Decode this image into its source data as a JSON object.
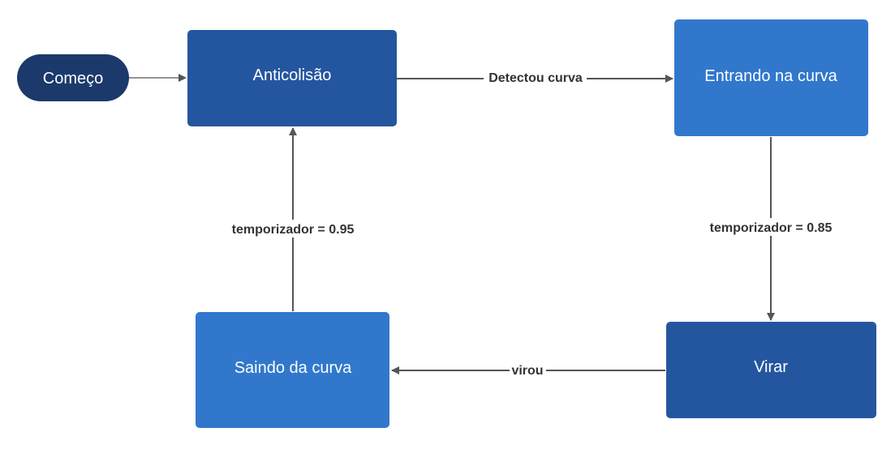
{
  "colors": {
    "start_fill": "#1b3a6b",
    "dark_fill": "#2456a0",
    "light_fill": "#3178cc",
    "edge": "#555555",
    "node_text": "#ffffff",
    "label_text": "#333333"
  },
  "nodes": {
    "start": "Começo",
    "anticolisao": "Anticolisão",
    "entrando": "Entrando na curva",
    "virar": "Virar",
    "saindo": "Saindo da curva"
  },
  "edges": {
    "detectou": "Detectou curva",
    "temporizador_085": "temporizador = 0.85",
    "virou": "virou",
    "temporizador_095": "temporizador = 0.95"
  }
}
